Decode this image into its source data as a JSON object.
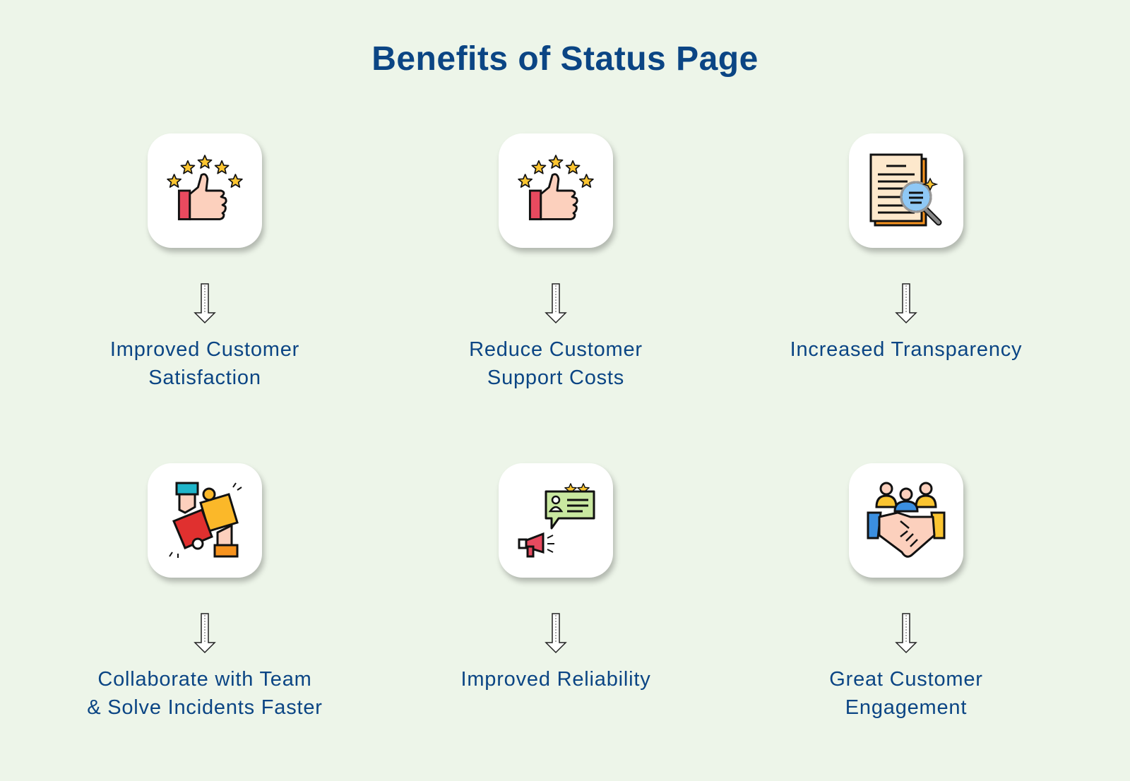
{
  "title": "Benefits of Status Page",
  "benefits": [
    {
      "line1": "Improved Customer",
      "line2": "Satisfaction",
      "icon": "thumbs-up-stars-icon"
    },
    {
      "line1": "Reduce Customer",
      "line2": "Support Costs",
      "icon": "thumbs-up-stars-icon"
    },
    {
      "line1": "Increased Transparency",
      "line2": "",
      "icon": "document-magnifier-icon"
    },
    {
      "line1": "Collaborate with Team",
      "line2": "& Solve Incidents Faster",
      "icon": "puzzle-hands-icon"
    },
    {
      "line1": "Improved Reliability",
      "line2": "",
      "icon": "megaphone-review-icon"
    },
    {
      "line1": "Great Customer",
      "line2": "Engagement",
      "icon": "handshake-team-icon"
    }
  ]
}
